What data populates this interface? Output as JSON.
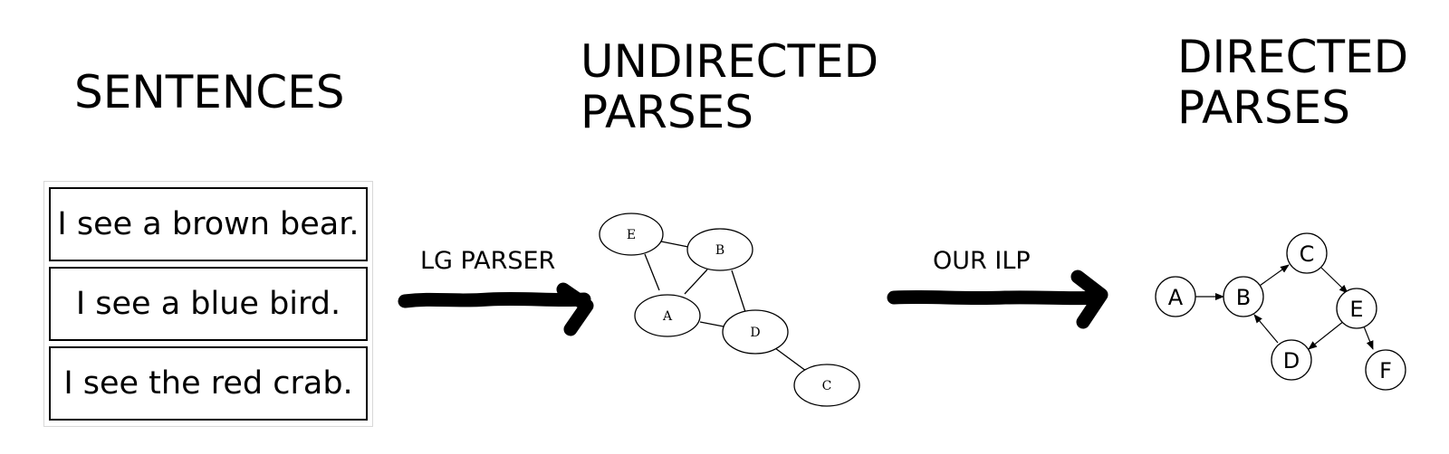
{
  "headings": {
    "sentences": [
      "SENTENCES"
    ],
    "undirected": [
      "UNDIRECTED",
      "PARSES"
    ],
    "directed": [
      "DIRECTED",
      "PARSES"
    ]
  },
  "sentences": [
    "I see a brown bear.",
    "I see a blue bird.",
    "I see the red crab."
  ],
  "arrows": {
    "lg_label": "LG PARSER",
    "ilp_label": "OUR ILP"
  },
  "undirected_graph": {
    "nodes": [
      "E",
      "B",
      "A",
      "D",
      "C"
    ],
    "edges": [
      [
        "E",
        "B"
      ],
      [
        "E",
        "A"
      ],
      [
        "B",
        "A"
      ],
      [
        "B",
        "D"
      ],
      [
        "A",
        "D"
      ],
      [
        "D",
        "C"
      ]
    ]
  },
  "directed_graph": {
    "nodes": [
      "A",
      "B",
      "C",
      "E",
      "D",
      "F"
    ],
    "edges": [
      [
        "A",
        "B"
      ],
      [
        "B",
        "C"
      ],
      [
        "C",
        "E"
      ],
      [
        "E",
        "D"
      ],
      [
        "D",
        "B"
      ],
      [
        "E",
        "F"
      ]
    ]
  },
  "colors": {
    "stroke": "#000000",
    "background": "#ffffff"
  }
}
